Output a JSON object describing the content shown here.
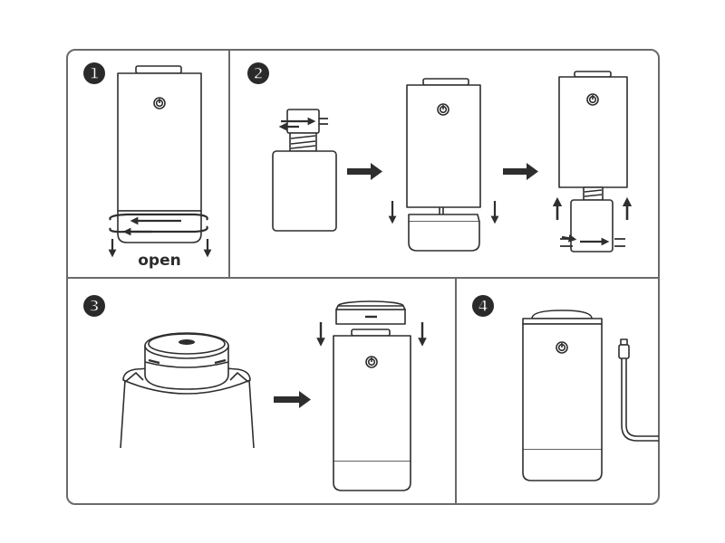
{
  "diagram": {
    "type": "instruction-steps",
    "colors": {
      "line": "#2e2e2e",
      "frame": "#6a6a6a",
      "badge": "#2a2a2a",
      "badge_text": "#ffffff",
      "fill": "#ffffff"
    },
    "steps": [
      {
        "number": "1",
        "label": "open",
        "icons": [
          "humidifier-body",
          "rotate-arrows",
          "down-arrow-left",
          "down-arrow-right"
        ]
      },
      {
        "number": "2",
        "icons": [
          "bottle-with-cap",
          "right-arrow",
          "humidifier-base-removed",
          "right-arrow",
          "bottle-attached"
        ]
      },
      {
        "number": "3",
        "icons": [
          "cap-on-bottle",
          "right-arrow",
          "cap-replaced"
        ]
      },
      {
        "number": "4",
        "icons": [
          "assembled-humidifier",
          "usb-cable"
        ]
      }
    ]
  }
}
